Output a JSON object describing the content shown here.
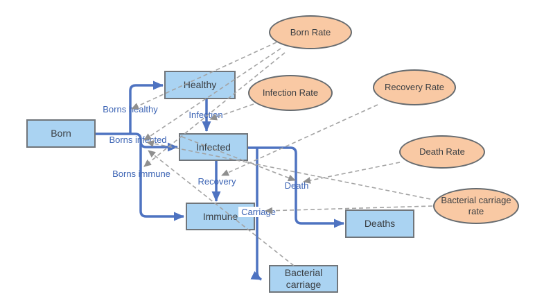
{
  "diagram": {
    "type": "stock-and-flow-model",
    "stocks": [
      {
        "label": "Born"
      },
      {
        "label": "Healthy"
      },
      {
        "label": "Infected"
      },
      {
        "label": "Immune"
      },
      {
        "label": "Deaths"
      },
      {
        "label": "Bacterial carriage"
      }
    ],
    "rates": [
      {
        "label": "Born Rate"
      },
      {
        "label": "Infection Rate"
      },
      {
        "label": "Recovery Rate"
      },
      {
        "label": "Death Rate"
      },
      {
        "label": "Bacterial carriage rate"
      }
    ],
    "flows": [
      {
        "label": "Borns healthy",
        "from": "Born",
        "to": "Healthy"
      },
      {
        "label": "Borns infected",
        "from": "Born",
        "to": "Infected"
      },
      {
        "label": "Borns immune",
        "from": "Born",
        "to": "Immune"
      },
      {
        "label": "Infection",
        "from": "Healthy",
        "to": "Infected"
      },
      {
        "label": "Recovery",
        "from": "Infected",
        "to": "Immune"
      },
      {
        "label": "Death",
        "from": "Infected",
        "to": "Deaths"
      },
      {
        "label": "Carriage",
        "from": "Infected",
        "to": "Bacterial carriage"
      }
    ],
    "influences": [
      {
        "from": "Born Rate",
        "to": "Borns healthy"
      },
      {
        "from": "Born Rate",
        "to": "Borns infected"
      },
      {
        "from": "Born Rate",
        "to": "Borns immune"
      },
      {
        "from": "Infection Rate",
        "to": "Infection"
      },
      {
        "from": "Recovery Rate",
        "to": "Recovery"
      },
      {
        "from": "Death Rate",
        "to": "Death"
      },
      {
        "from": "Bacterial carriage rate",
        "to": "Carriage"
      },
      {
        "from": "Bacterial carriage rate",
        "to": "Borns infected"
      },
      {
        "from": "Infected",
        "to": "Death"
      },
      {
        "from": "Bacterial carriage",
        "to": "Borns infected"
      }
    ],
    "colors": {
      "stock_fill": "#aad3f2",
      "stock_border": "#70757a",
      "rate_fill": "#f9c9a4",
      "rate_border": "#666b6f",
      "flow_arrow": "#4e73c1",
      "flow_label": "#3c64b4",
      "influence_line": "#a3a3a3",
      "influence_arrow": "#8f8f8f",
      "node_text": "#3a3e42",
      "background": "#ffffff"
    }
  }
}
